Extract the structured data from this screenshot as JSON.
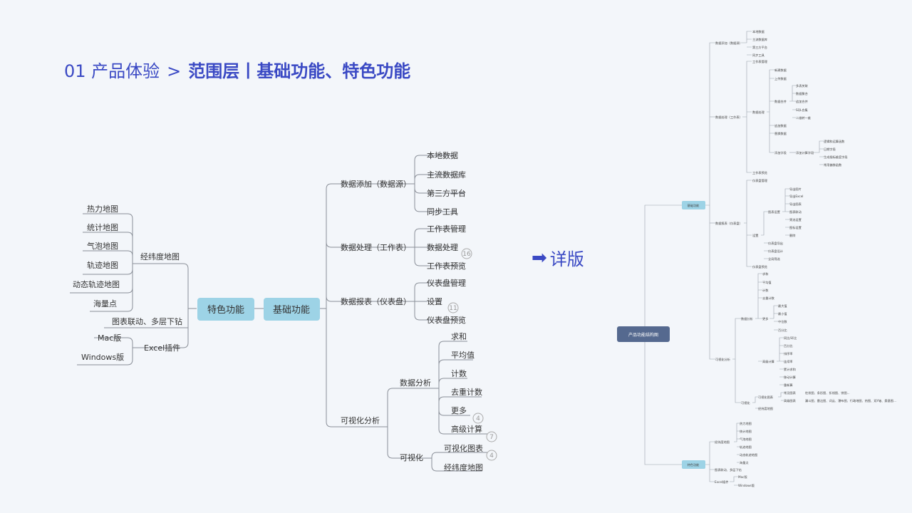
{
  "header": {
    "crumb": "01 产品体验",
    "separator": ">",
    "title": "范围层丨基础功能、特色功能"
  },
  "detail_link": {
    "label": "详版",
    "icon": "arrow-right-icon"
  },
  "mindmap": {
    "basic": {
      "label": "基础功能",
      "branches": [
        {
          "label": "数据添加（数据源）",
          "items": [
            "本地数据",
            "主流数据库",
            "第三方平台",
            "同步工具"
          ]
        },
        {
          "label": "数据处理（工作表）",
          "items": [
            "工作表管理",
            "数据处理",
            "工作表预览"
          ],
          "badges": [
            "16"
          ]
        },
        {
          "label": "数据报表（仪表盘）",
          "items": [
            "仪表盘管理",
            "设置",
            "仪表盘预览"
          ],
          "badges": [
            "11"
          ]
        },
        {
          "label": "可视化分析",
          "subs": [
            {
              "label": "数据分析",
              "items": [
                "求和",
                "平均值",
                "计数",
                "去重计数",
                "更多",
                "高级计算"
              ],
              "badges": [
                "4",
                "7"
              ]
            },
            {
              "label": "可视化",
              "items": [
                "可视化图表",
                "经纬度地图"
              ],
              "badges": [
                "4"
              ]
            }
          ]
        }
      ]
    },
    "special": {
      "label": "特色功能",
      "branches": [
        {
          "label": "经纬度地图",
          "items": [
            "热力地图",
            "统计地图",
            "气泡地图",
            "轨迹地图",
            "动态轨迹地图",
            "海量点"
          ]
        },
        {
          "label": "图表联动、多层下钻"
        },
        {
          "label": "Excel插件",
          "items": [
            "Mac版",
            "Windows版"
          ]
        }
      ]
    }
  },
  "detail_map": {
    "root": "产品功能结构图",
    "basic": "基础功能",
    "special": "特色功能",
    "source": {
      "label": "数据添加（数据源）",
      "items": [
        "本地数据",
        "主流数据库",
        "第三方平台",
        "同步工具"
      ]
    },
    "process": {
      "label": "数据处理（工作表）",
      "items": [
        "工作表管理",
        "数据处理",
        "工作表预览"
      ],
      "sub": [
        "新建数据",
        "上传数据",
        "追加数据",
        "替换数据",
        "添加字段"
      ],
      "merge_label": "数据合并",
      "merge": [
        "多表关联",
        "数据聚合",
        "追加合并",
        "SQL合集",
        "二维转一维"
      ],
      "field_label": "添加计算字段",
      "field": [
        "逻辑和运算函数",
        "日期字段",
        "生成指标维度字段",
        "常用偏移函数"
      ]
    },
    "report": {
      "label": "数据报表（仪表盘）",
      "items": [
        "仪表盘管理",
        "设置",
        "仪表盘预览"
      ],
      "set": [
        "图表设置",
        "仪表盘导出",
        "仪表盘设计",
        "全局筛选"
      ],
      "chart_set": [
        "导出图片",
        "导出Excel",
        "导出图表",
        "图表联动",
        "筛选设置",
        "图标设置",
        "删除"
      ]
    },
    "visual": {
      "label": "可视化分析",
      "analysis": "数据分析",
      "analysis_items": [
        "求和",
        "平均值",
        "计数",
        "去重计数",
        "更多",
        "高级计算"
      ],
      "more": [
        "最大值",
        "最小值",
        "中位数",
        "百分比"
      ],
      "adv": [
        "同比/环比",
        "百分比",
        "排序率",
        "连续率",
        "累计求和",
        "移动计算",
        "重新算"
      ],
      "vis": "可视化",
      "vis_items": [
        "可视化图表",
        "经纬度地图"
      ],
      "chart_types": [
        "常见图表",
        "高级图表"
      ],
      "chart_desc": [
        "柱状图、条形图、折线图、饼图...",
        "漏斗图、雷达图、词云、瀑布图、行政地图、热图、双Y轴、桑基图..."
      ]
    },
    "special_items": {
      "map": "经纬度地图",
      "map_items": [
        "热力地图",
        "统计地图",
        "气泡地图",
        "轨迹地图",
        "动态轨迹地图",
        "海量点"
      ],
      "link": "图表联动、多层下钻",
      "excel": "Excel插件",
      "excel_items": [
        "Mac版",
        "Windows版"
      ]
    }
  },
  "colors": {
    "accent": "#3a49c4",
    "node": "#9dd3e6",
    "line": "#8a8f98",
    "detail_root": "#55698f"
  }
}
